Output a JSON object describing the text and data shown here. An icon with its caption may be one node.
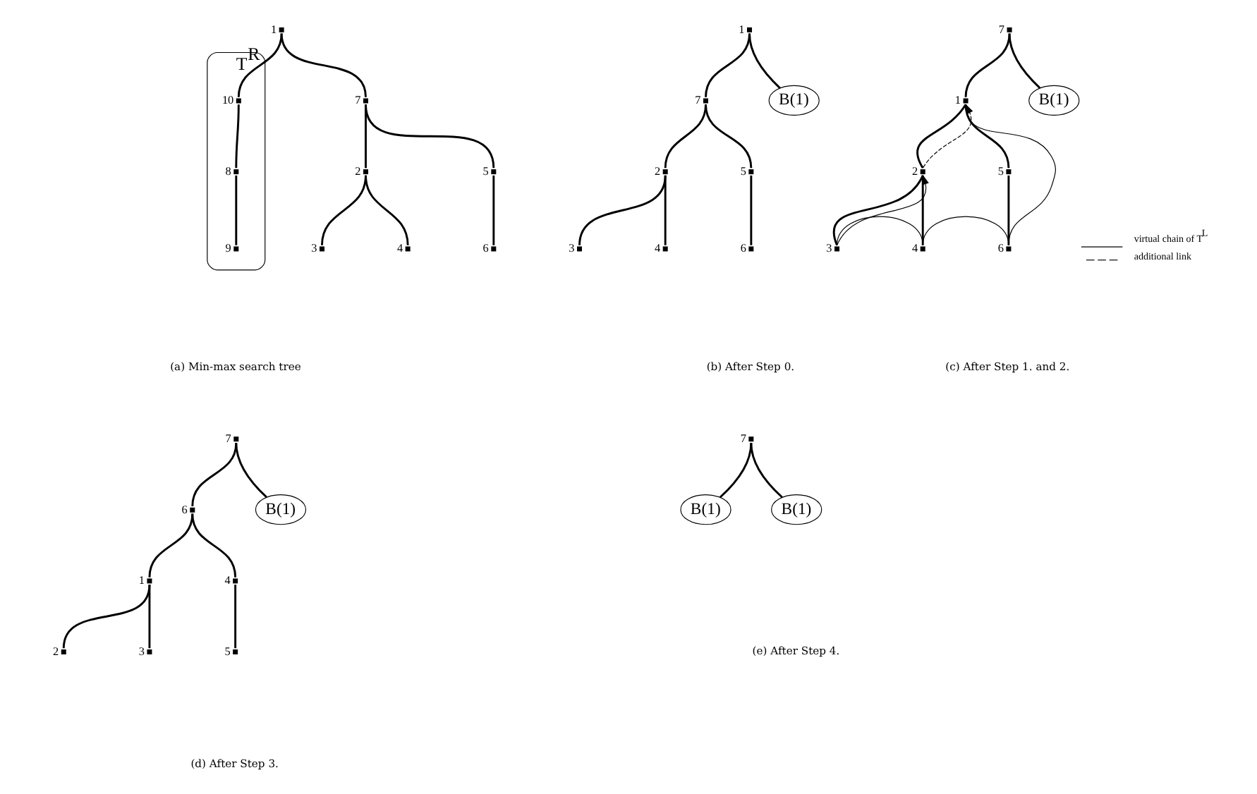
{
  "diagram": {
    "nodes": [
      {
        "text": [
          "1"
        ]
      },
      {
        "text": [
          "7"
        ]
      },
      {
        "text": [
          "T$^{R}$"
        ]
      },
      {
        "text": [
          "10"
        ],
        "in": 2
      },
      {
        "text": [
          "2"
        ]
      },
      {
        "text": [
          "5"
        ]
      },
      {
        "text": [
          "8"
        ],
        "in": 2
      },
      {
        "text": [
          "3"
        ]
      },
      {
        "text": [
          "4"
        ]
      },
      {
        "text": [
          "6"
        ]
      },
      {
        "text": [
          "9"
        ],
        "in": 2
      },
      {
        "text": [
          "1"
        ]
      },
      {
        "text": [
          "7"
        ]
      },
      {
        "text": [
          "B(1)"
        ]
      },
      {
        "text": [
          "2"
        ]
      },
      {
        "text": [
          "5"
        ]
      },
      {
        "text": [
          "3"
        ]
      },
      {
        "text": [
          "4"
        ]
      },
      {
        "text": [
          "6"
        ]
      },
      {
        "text": [
          "7"
        ]
      },
      {
        "text": [
          "1"
        ]
      },
      {
        "text": [
          "B(1)"
        ]
      },
      {
        "text": [
          "2"
        ]
      },
      {
        "text": [
          "5"
        ]
      },
      {
        "text": [
          "3"
        ]
      },
      {
        "text": [
          "4"
        ]
      },
      {
        "text": [
          "6"
        ]
      },
      {
        "text": [
          "7"
        ]
      },
      {
        "text": [
          "6"
        ]
      },
      {
        "text": [
          "B(1)"
        ]
      },
      {
        "text": [
          "1"
        ]
      },
      {
        "text": [
          "4"
        ]
      },
      {
        "text": [
          "2"
        ]
      },
      {
        "text": [
          "3"
        ]
      },
      {
        "text": [
          "5"
        ]
      },
      {
        "text": [
          "7"
        ]
      },
      {
        "text": [
          "B(1)"
        ]
      },
      {
        "text": [
          "B(1)"
        ]
      }
    ],
    "edges": [
      {
        "from": 0,
        "to": 1,
        "arrow": "none"
      },
      {
        "from": 0,
        "to": 3,
        "arrow": "none"
      },
      {
        "from": 1,
        "to": 4,
        "arrow": "none"
      },
      {
        "from": 1,
        "to": 5,
        "arrow": "none"
      },
      {
        "from": 3,
        "to": 6,
        "arrow": "none"
      },
      {
        "from": 4,
        "to": 7,
        "arrow": "none"
      },
      {
        "from": 4,
        "to": 8,
        "arrow": "none"
      },
      {
        "from": 5,
        "to": 9,
        "arrow": "none"
      },
      {
        "from": 6,
        "to": 10,
        "arrow": "none"
      },
      {
        "from": 11,
        "to": 12,
        "arrow": "none"
      },
      {
        "from": 11,
        "to": 13,
        "arrow": "none"
      },
      {
        "from": 12,
        "to": 14,
        "arrow": "none"
      },
      {
        "from": 12,
        "to": 15,
        "arrow": "none"
      },
      {
        "from": 14,
        "to": 16,
        "arrow": "none"
      },
      {
        "from": 14,
        "to": 17,
        "arrow": "none"
      },
      {
        "from": 15,
        "to": 18,
        "arrow": "none"
      },
      {
        "from": 19,
        "to": 20,
        "arrow": "none"
      },
      {
        "from": 19,
        "to": 21,
        "arrow": "none"
      },
      {
        "from": 20,
        "to": 22,
        "arrow": "none"
      },
      {
        "from": 20,
        "to": 23,
        "arrow": "none"
      },
      {
        "from": 22,
        "to": 24,
        "arrow": "none"
      },
      {
        "from": 22,
        "to": 25,
        "arrow": "none"
      },
      {
        "from": 23,
        "to": 26,
        "arrow": "none"
      },
      {
        "from": 20,
        "to": 26,
        "arrow": "none"
      },
      {
        "from": 26,
        "to": 25,
        "arrow": "none"
      },
      {
        "from": 25,
        "to": 24,
        "arrow": "none"
      },
      {
        "from": 24,
        "to": 22,
        "arrow": "to"
      },
      {
        "from": 22,
        "to": 20,
        "arrow": "to",
        "style": "dashed"
      },
      {
        "from": 27,
        "to": 28,
        "arrow": "none"
      },
      {
        "from": 27,
        "to": 29,
        "arrow": "none"
      },
      {
        "from": 28,
        "to": 30,
        "arrow": "none"
      },
      {
        "from": 28,
        "to": 31,
        "arrow": "none"
      },
      {
        "from": 30,
        "to": 32,
        "arrow": "none"
      },
      {
        "from": 30,
        "to": 33,
        "arrow": "none"
      },
      {
        "from": 31,
        "to": 34,
        "arrow": "none"
      },
      {
        "from": 35,
        "to": 36,
        "arrow": "none"
      },
      {
        "from": 35,
        "to": 37,
        "arrow": "none"
      }
    ],
    "labels": [
      "(a) Min-max search tree",
      "(b) After Step 0.",
      "(c) After Step 1. and 2.",
      "(d) After Step 3.",
      "(e) After Step 4."
    ],
    "legend": [
      {
        "text": "virtual chain of T$^{L}$"
      },
      {
        "text": "additional link"
      }
    ]
  }
}
